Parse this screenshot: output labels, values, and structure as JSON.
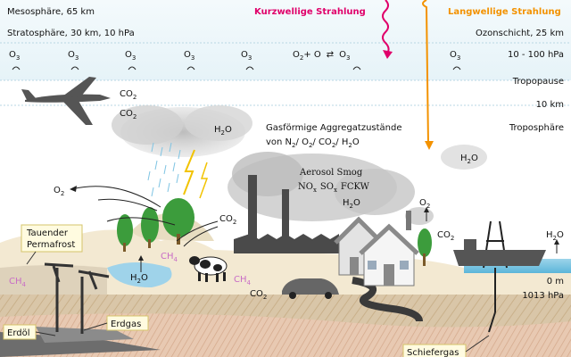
{
  "atmosphere": {
    "mesosphere": "Mesosphäre, 65 km",
    "stratosphere": "Stratosphäre, 30 km, 10 hPa",
    "ozone_layer": "Ozonschicht, 25 km",
    "ozone_pressure": "10 - 100 hPa",
    "tropopause": "Tropopause",
    "tropopause_height": "10 km",
    "troposphere": "Troposphäre",
    "sea_level": "0 m",
    "sea_level_pressure": "1013 hPa"
  },
  "radiation": {
    "shortwave": "Kurzwellige Strahlung",
    "longwave": "Langwellige Strahlung",
    "shortwave_color": "#e0006a",
    "longwave_color": "#f39200"
  },
  "ozone": {
    "labels": [
      "O",
      "O",
      "O",
      "O",
      "O",
      "O",
      "O"
    ],
    "sub": "3",
    "reaction_o2": "O",
    "reaction_o2_sub": "2",
    "reaction_plus_o": "+ O",
    "reaction_arrow": "⇄",
    "reaction_o3": "O",
    "reaction_o3_sub": "3"
  },
  "gases": {
    "co2": "CO",
    "co2_sub": "2",
    "h2o": "H",
    "h2o_sub": "2",
    "h2o_o": "O",
    "o2": "O",
    "o2_sub": "2",
    "ch4": "CH",
    "ch4_sub": "4"
  },
  "aggregate": {
    "line1": "Gasförmige Aggregatzustände",
    "line2_pre": "von N",
    "line2_a": "2",
    "line2_b": "/ O",
    "line2_c": "2",
    "line2_d": "/ CO",
    "line2_e": "2",
    "line2_f": "/ H",
    "line2_g": "2",
    "line2_h": "O"
  },
  "smog": {
    "title": "Aerosol Smog",
    "no": "NO",
    "so": "SO",
    "x": "x",
    "fckw": "FCKW"
  },
  "callouts": {
    "permafrost_1": "Tauender",
    "permafrost_2": "Permafrost",
    "oil": "Erdöl",
    "gas": "Erdgas",
    "shale": "Schiefergas"
  }
}
